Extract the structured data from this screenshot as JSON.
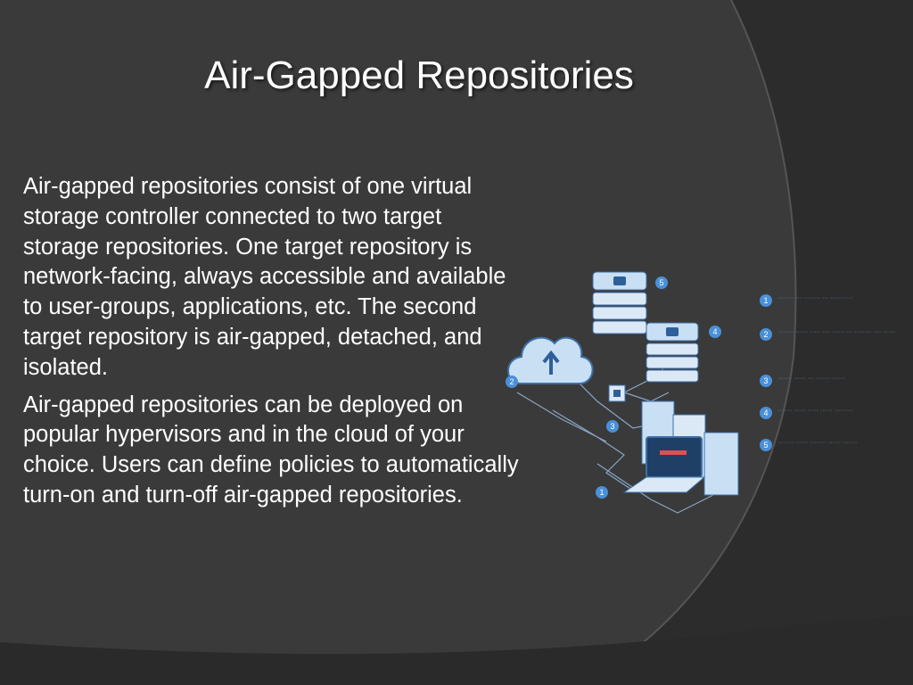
{
  "slide": {
    "title": "Air-Gapped Repositories",
    "paragraphs": [
      "Air-gapped repositories consist of one virtual storage controller connected to two target storage repositories. One target repository is network-facing, always accessible and available to user-groups, applications, etc. The second target repository is air-gapped, detached, and isolated.",
      "Air-gapped repositories can be deployed on popular hypervisors and in the cloud of your choice. Users can define policies to automatically turn-on and turn-off air-gapped repositories."
    ]
  },
  "diagram": {
    "markers": [
      "5",
      "4",
      "2",
      "3",
      "1"
    ],
    "legend": [
      {
        "num": "1",
        "text": "········ ··· ········ ··· ···········"
      },
      {
        "num": "2",
        "text": "········ ······ ····· ···· ······ ··· ········ ···· ······"
      },
      {
        "num": "3",
        "text": "······· ······ ··· ······· ······"
      },
      {
        "num": "4",
        "text": "······· ······ ····· ······ ·········"
      },
      {
        "num": "5",
        "text": "········ ······ ········ ······ ·······"
      }
    ]
  },
  "colors": {
    "background": "#3a3a3a",
    "accent": "#4a90d9",
    "text": "#ffffff"
  }
}
